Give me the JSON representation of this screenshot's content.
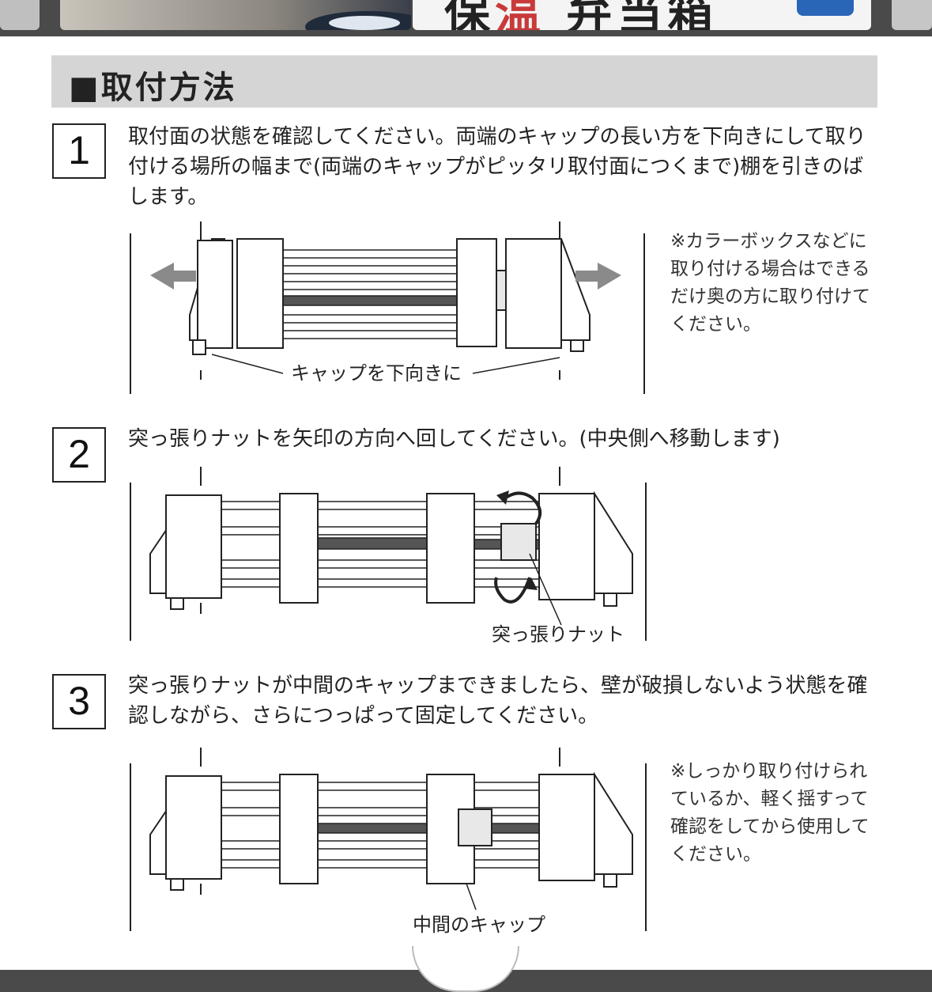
{
  "banner": {
    "text_strong": "保",
    "text_red": "温",
    "text_rest": "弁当箱"
  },
  "heading": "■取付方法",
  "steps": [
    {
      "number": "1",
      "text": "取付面の状態を確認してください。両端のキャップの長い方を下向きにして取り付ける場所の幅まで(両端のキャップがピッタリ取付面につくまで)棚を引きのばします。",
      "note": "※カラーボックスなどに取り付ける場合はできるだけ奥の方に取り付けてください。",
      "figure_label": "キャップを下向きに"
    },
    {
      "number": "2",
      "text": "突っ張りナットを矢印の方向へ回してください。(中央側へ移動します)",
      "figure_label": "突っ張りナット"
    },
    {
      "number": "3",
      "text": "突っ張りナットが中間のキャップまできましたら、壁が破損しないよう状態を確認しながら、さらにつっぱって固定してください。",
      "note": "※しっかり取り付けられているか、軽く揺すって確認をしてから使用してください。",
      "figure_label": "中間のキャップ"
    }
  ],
  "colors": {
    "heading_bg": "#d5d5d5",
    "bar_bg": "#4a4a4a",
    "arrow_gray": "#8a8a8a",
    "accent_red": "#c93a3a",
    "badge_blue": "#2a66b8"
  },
  "icons": [
    "left-arrow-icon",
    "right-arrow-icon",
    "rotate-arrow-icon"
  ]
}
